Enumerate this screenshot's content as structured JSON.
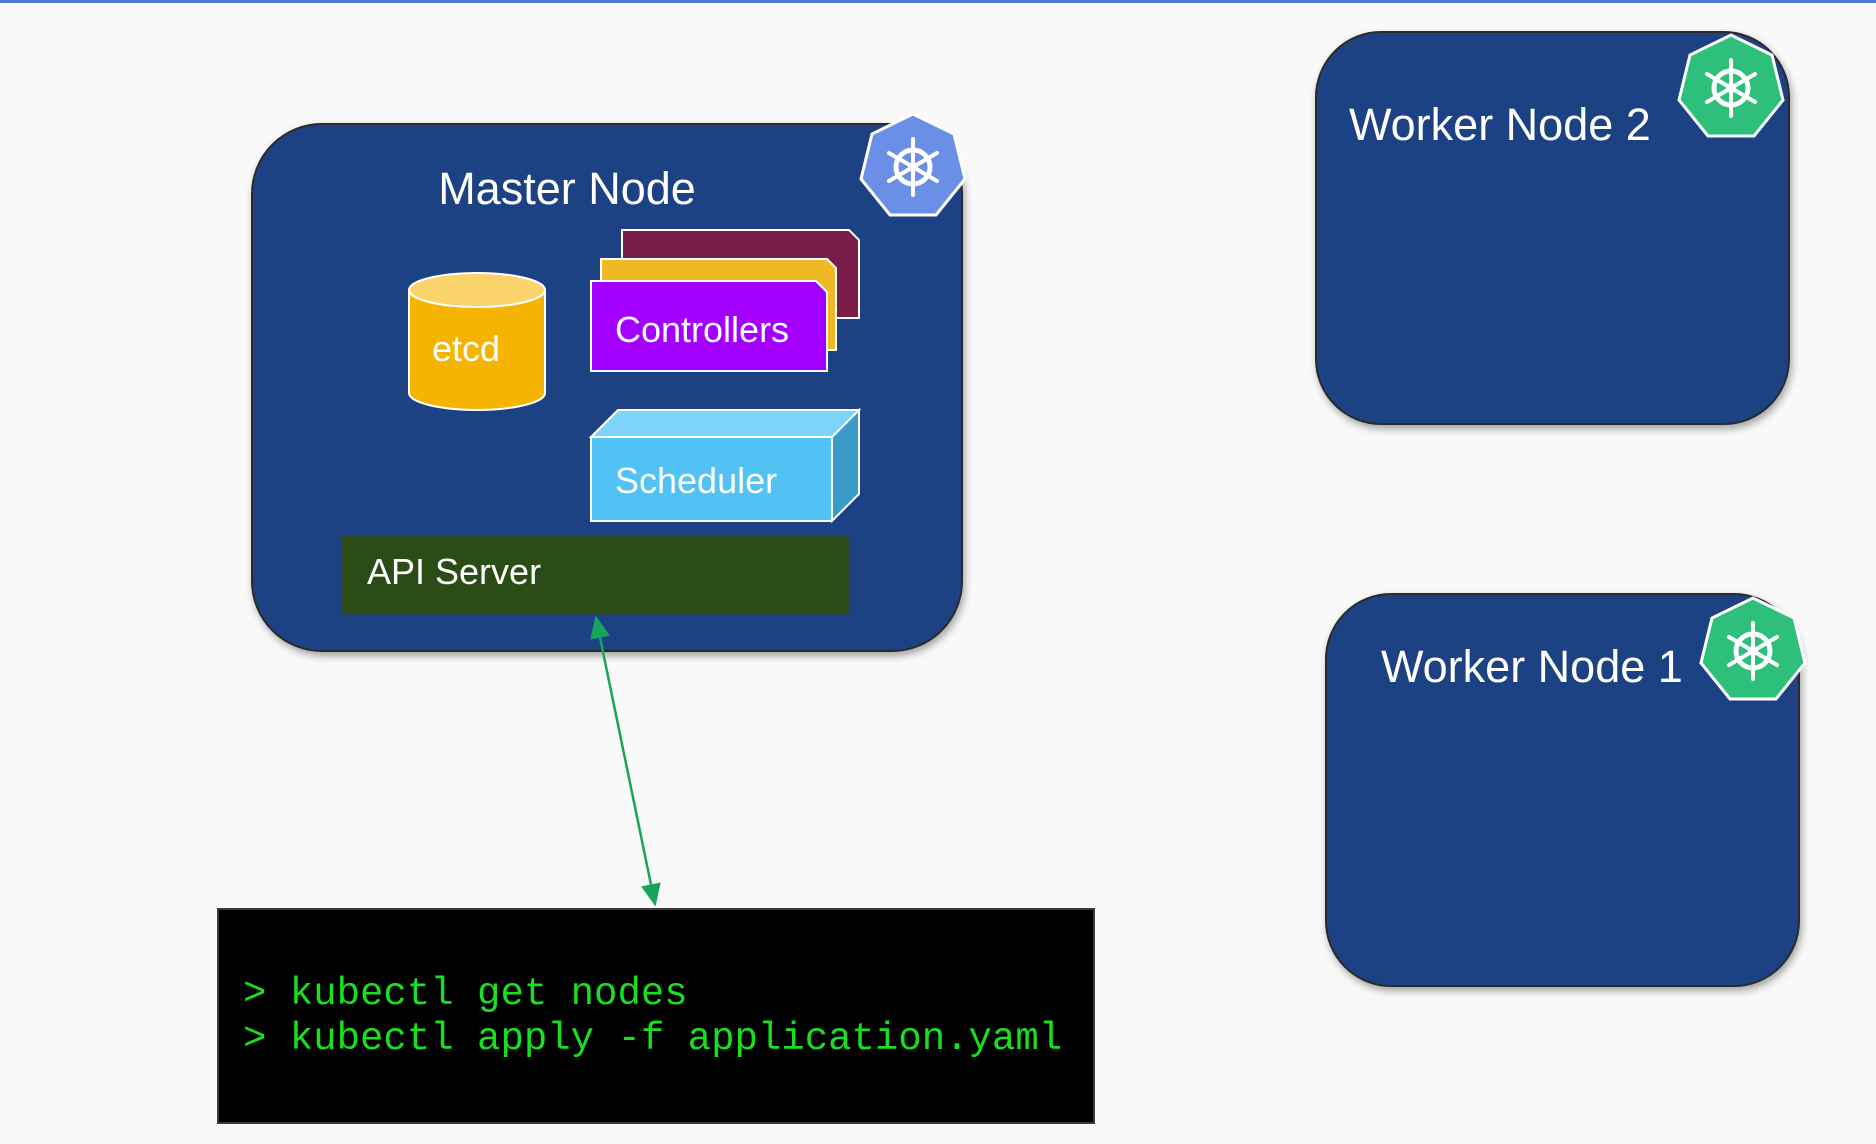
{
  "master_node": {
    "title": "Master Node",
    "components": {
      "etcd": "etcd",
      "controllers": "Controllers",
      "scheduler": "Scheduler",
      "api_server": "API Server"
    }
  },
  "worker_nodes": [
    {
      "title": "Worker Node 2"
    },
    {
      "title": "Worker Node 1"
    }
  ],
  "terminal": {
    "lines": [
      "> kubectl get nodes",
      "> kubectl apply -f application.yaml"
    ]
  },
  "colors": {
    "node_fill": "#1d4384",
    "master_logo": "#6b8fe6",
    "worker_logo": "#2ebf7a",
    "etcd": "#f4b400",
    "controllers_front": "#a400ff",
    "controllers_mid": "#f0b825",
    "controllers_back": "#7a1c48",
    "scheduler": "#52c2f5",
    "api_server": "#2a4d16",
    "connector": "#17a55a",
    "terminal_text": "#18e020"
  },
  "icons": {
    "master_logo": "kubernetes-helm-icon",
    "worker_logo": "kubernetes-helm-icon"
  }
}
